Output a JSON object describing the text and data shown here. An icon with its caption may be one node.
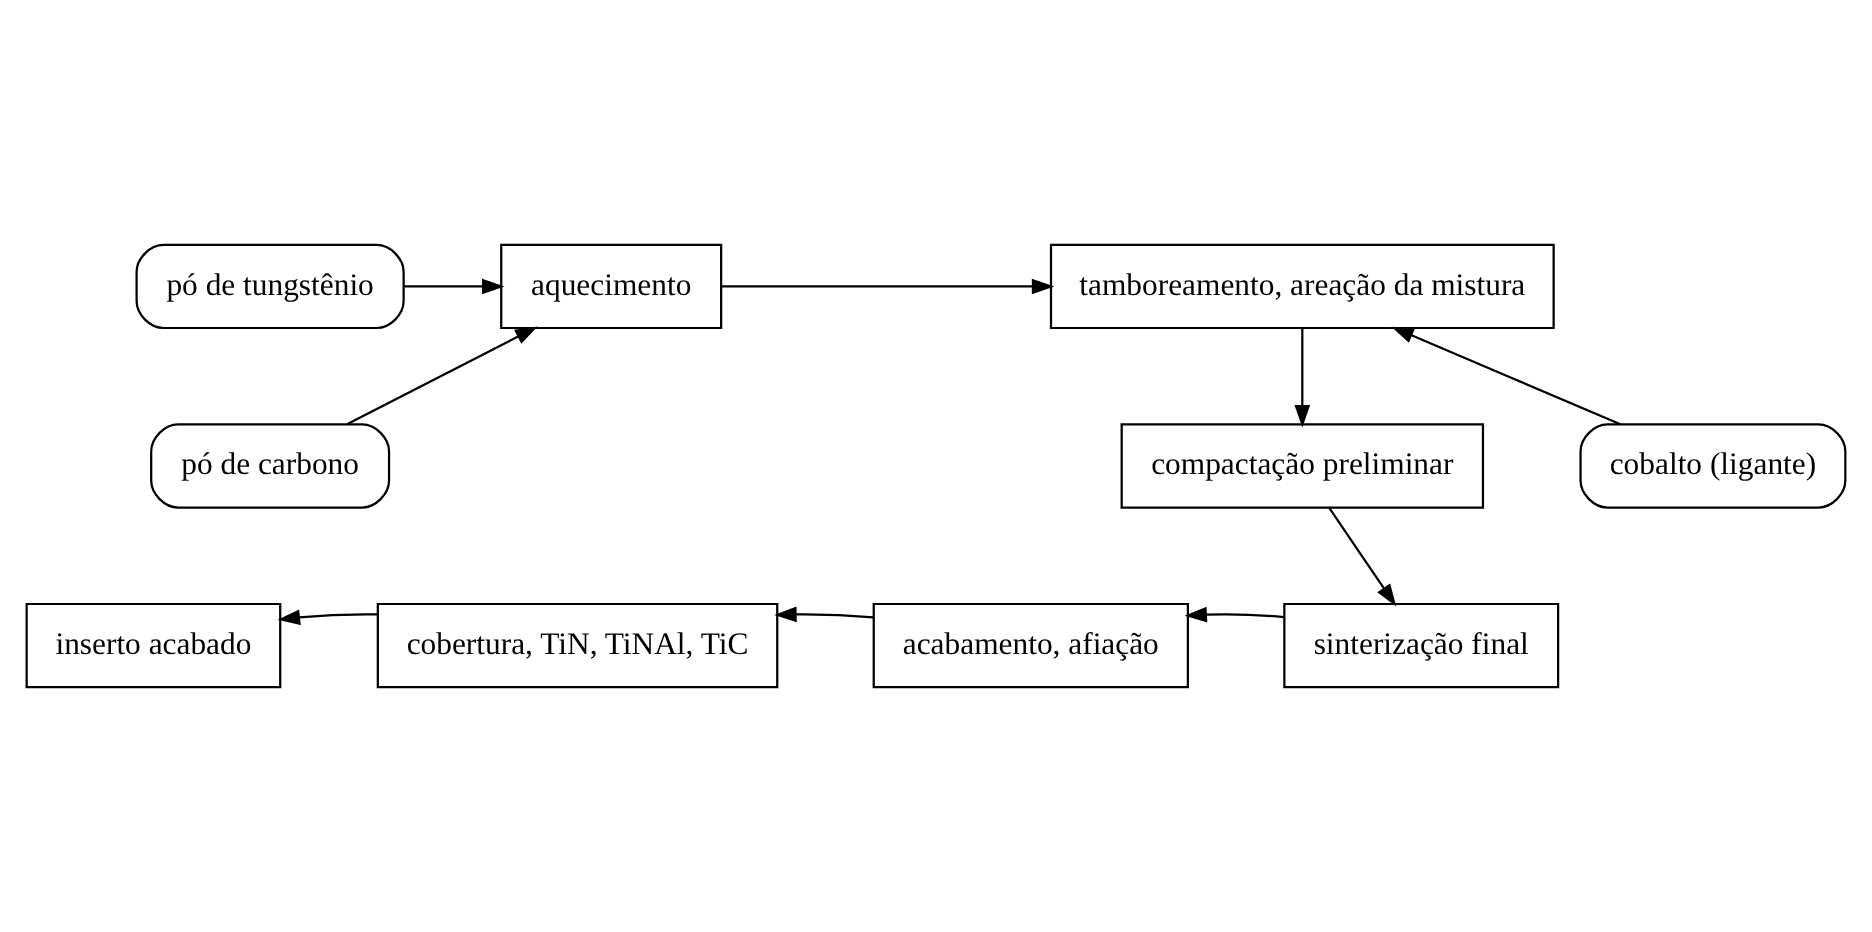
{
  "diagram": {
    "nodes": [
      {
        "text": [
          "pó de tungstênio"
        ]
      },
      {
        "text": [
          "aquecimento"
        ]
      },
      {
        "text": [
          "tamboreamento, areação da mistura"
        ]
      },
      {
        "text": [
          "pó de carbono"
        ]
      },
      {
        "text": [
          "cobalto (ligante)"
        ]
      },
      {
        "text": [
          "compactação preliminar"
        ]
      },
      {
        "text": [
          "inserto acabado"
        ]
      },
      {
        "text": [
          "cobertura, TiN, TiNAl, TiC"
        ]
      },
      {
        "text": [
          "acabamento, afiação"
        ]
      },
      {
        "text": [
          "sinterização final"
        ]
      }
    ],
    "edges": [
      {
        "from": 0,
        "to": 1,
        "arrow": "to"
      },
      {
        "from": 3,
        "to": 1,
        "arrow": "to"
      },
      {
        "from": 1,
        "to": 2,
        "arrow": "to"
      },
      {
        "from": 4,
        "to": 2,
        "arrow": "to"
      },
      {
        "from": 2,
        "to": 5,
        "arrow": "to"
      },
      {
        "from": 5,
        "to": 9,
        "arrow": "to"
      },
      {
        "from": 9,
        "to": 8,
        "arrow": "to"
      },
      {
        "from": 8,
        "to": 7,
        "arrow": "to"
      },
      {
        "from": 7,
        "to": 6,
        "arrow": "to"
      }
    ]
  }
}
